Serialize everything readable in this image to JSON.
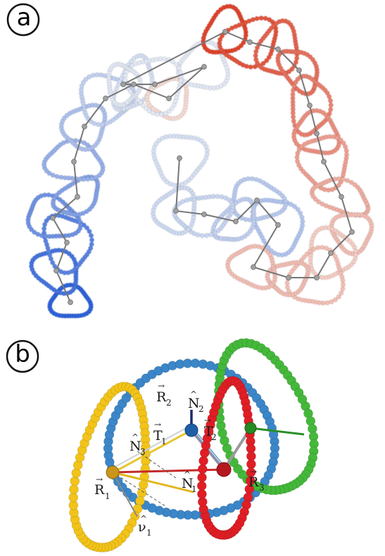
{
  "panels": [
    {
      "label": "a"
    },
    {
      "label": "b"
    }
  ],
  "panel_b": {
    "symbols": [
      {
        "base": "R",
        "sub": "2",
        "accent": "→"
      },
      {
        "base": "N",
        "sub": "2",
        "accent": "^"
      },
      {
        "base": "T",
        "sub": "1",
        "accent": "→"
      },
      {
        "base": "T",
        "sub": "2",
        "accent": "→"
      },
      {
        "base": "N",
        "sub": "3",
        "accent": "^"
      },
      {
        "base": "R",
        "sub": "1",
        "accent": "→"
      },
      {
        "base": "N",
        "sub": "1",
        "accent": "^"
      },
      {
        "base": "R",
        "sub": "3",
        "accent": "→"
      },
      {
        "base": "ν",
        "sub": "1",
        "accent": "^"
      }
    ]
  },
  "colors": {
    "blue_ring": "#3b86c8",
    "yellow_ring": "#f2c318",
    "green_ring": "#44b83a",
    "red_ring": "#e01e25",
    "backbone": "#777777",
    "chain_blue": "#2f63dc",
    "chain_red": "#e0432a"
  }
}
